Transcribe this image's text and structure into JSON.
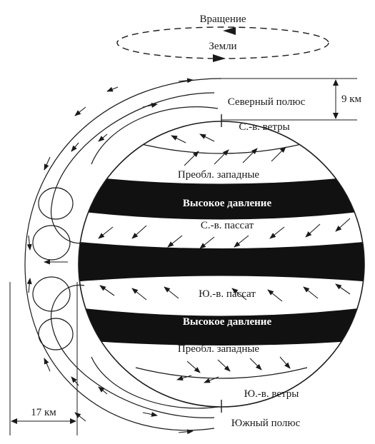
{
  "rotation": {
    "line1": "Вращение",
    "line2": "Земли"
  },
  "labels": {
    "north_pole": "Северный полюс",
    "ne_winds": "С.-в. ветры",
    "westerlies_north": "Преобл. западные",
    "high_pressure_north": "Высокое давление",
    "ne_trade": "С.-в. пассат",
    "se_trade": "Ю.-в. пассат",
    "high_pressure_south": "Высокое давление",
    "westerlies_south": "Преобл. западные",
    "se_winds": "Ю.-в. ветры",
    "south_pole": "Южный полюс"
  },
  "dimensions": {
    "polar_height": "9 км",
    "equatorial_height": "17 км"
  },
  "colors": {
    "ink": "#1a1a1a",
    "band": "#111111",
    "background": "#ffffff"
  }
}
